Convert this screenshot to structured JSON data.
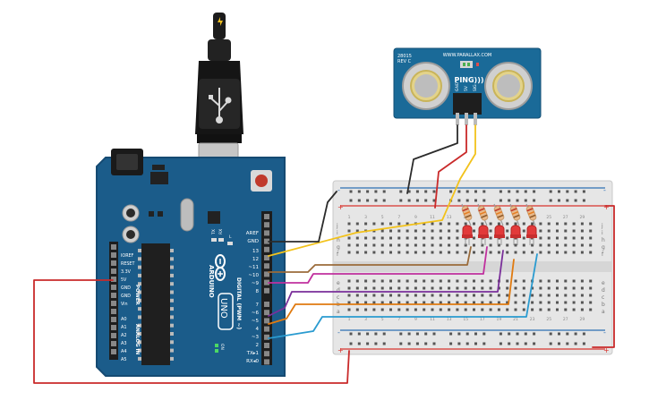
{
  "colors": {
    "board": "#1b5c8a",
    "board_edge": "#154a72",
    "sensor_board": "#1a6a98",
    "breadboard": "#e6e6e6",
    "rail_red": "#d8332c",
    "rail_blue": "#2d6fb4",
    "wire_black": "#2b2b2b",
    "wire_red": "#c92a2a",
    "wire_yellow": "#f2c21b",
    "wire_brown": "#9b6b3a",
    "wire_magenta": "#c0309e",
    "wire_purple": "#7a2f9a",
    "wire_orange": "#e07a10",
    "wire_cyan": "#2a9bd0",
    "led_red": "#e23a3a"
  },
  "arduino": {
    "brand": "ARDUINO",
    "model": "UNO",
    "aref": "AREF",
    "gnd": "GND",
    "pin13": "13",
    "pin12": "12",
    "pin11": "~11",
    "pin10": "~10",
    "pin9": "~9",
    "pin8": "8",
    "pin7": "7",
    "pin6": "~6",
    "pin5": "~5",
    "pin4": "4",
    "pin3": "~3",
    "pin2": "2",
    "pin1": "TX▸1",
    "pin0": "RX◂0",
    "digital_label": "DIGITAL (PWM ~)",
    "power_label": "POWER",
    "analog_label": "ANALOG IN",
    "ioref": "IOREF",
    "reset": "RESET",
    "v33": "3.3V",
    "v5": "5V",
    "gnd1": "GND",
    "gnd2": "GND",
    "vin": "Vin",
    "a0": "A0",
    "a1": "A1",
    "a2": "A2",
    "a3": "A3",
    "a4": "A4",
    "a5": "A5",
    "tx": "TX",
    "rx": "RX",
    "l": "L",
    "on": "ON"
  },
  "sensor": {
    "name": "PING)))",
    "model_line1": "28015",
    "model_line2": "REV C",
    "url": "WWW.PARALLAX.COM",
    "pin_gnd": "GND",
    "pin_5v": "5V",
    "pin_sig": "SIG"
  },
  "breadboard": {
    "row_letters_top": [
      "j",
      "i",
      "h",
      "g",
      "f"
    ],
    "row_letters_bottom": [
      "e",
      "d",
      "c",
      "b",
      "a"
    ],
    "column_numbers": [
      "1",
      "3",
      "5",
      "7",
      "9",
      "11",
      "13",
      "15",
      "17",
      "19",
      "21",
      "23",
      "25",
      "27",
      "29"
    ],
    "plus": "+",
    "minus": "-"
  }
}
